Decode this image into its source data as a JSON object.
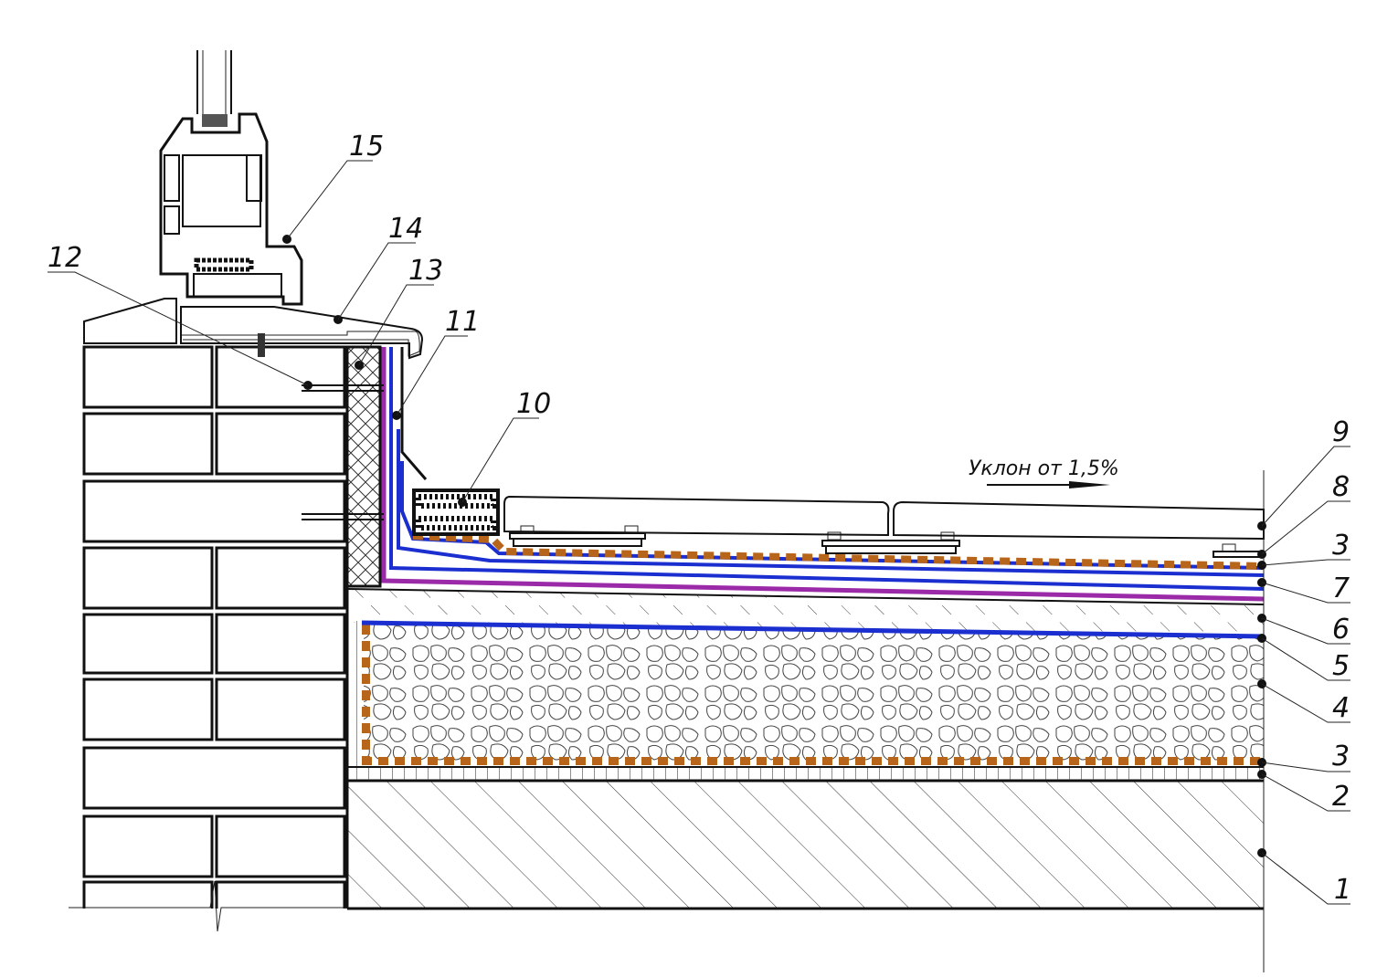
{
  "title": "Roof terrace junction with window sill — section",
  "slope_annotation": {
    "text": "Уклон от 1,5%"
  },
  "callouts": [
    {
      "id": "1",
      "label": "1"
    },
    {
      "id": "2",
      "label": "2"
    },
    {
      "id": "3a",
      "label": "3"
    },
    {
      "id": "4",
      "label": "4"
    },
    {
      "id": "5",
      "label": "5"
    },
    {
      "id": "6",
      "label": "6"
    },
    {
      "id": "7",
      "label": "7"
    },
    {
      "id": "3b",
      "label": "3"
    },
    {
      "id": "8",
      "label": "8"
    },
    {
      "id": "9",
      "label": "9"
    },
    {
      "id": "10",
      "label": "10"
    },
    {
      "id": "11",
      "label": "11"
    },
    {
      "id": "12",
      "label": "12"
    },
    {
      "id": "13",
      "label": "13"
    },
    {
      "id": "14",
      "label": "14"
    },
    {
      "id": "15",
      "label": "15"
    }
  ],
  "colors": {
    "membrane_blue": "#1b2fd0",
    "membrane_purple": "#9b2aa8",
    "geotextile_brown": "#b8651c",
    "line": "#111111"
  }
}
